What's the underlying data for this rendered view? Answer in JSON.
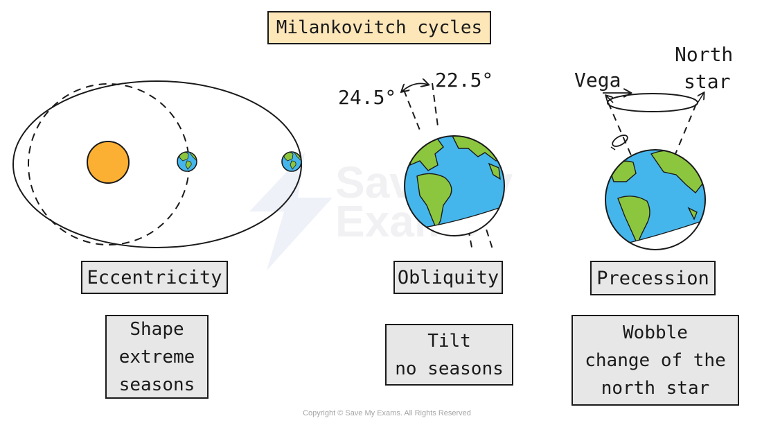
{
  "title": "Milankovitch cycles",
  "eccentricity": {
    "label": "Eccentricity",
    "description": [
      "Shape",
      "extreme",
      "seasons"
    ]
  },
  "obliquity": {
    "label": "Obliquity",
    "description": [
      "Tilt",
      "no seasons"
    ],
    "angle_max": "24.5°",
    "angle_min": "22.5°"
  },
  "precession": {
    "label": "Precession",
    "description": [
      "Wobble",
      "change of the",
      "north star"
    ],
    "star_left": "Vega",
    "star_right_line1": "North",
    "star_right_line2": "star"
  },
  "watermark": [
    "Save My",
    "Exams"
  ],
  "copyright": "Copyright © Save My Exams. All Rights Reserved",
  "colors": {
    "title_bg": "#fde7b9",
    "box_bg": "#e7e7e7",
    "sun": "#fbb034",
    "ocean": "#45b6ec",
    "land": "#8cc63f",
    "ice": "#ffffff"
  }
}
